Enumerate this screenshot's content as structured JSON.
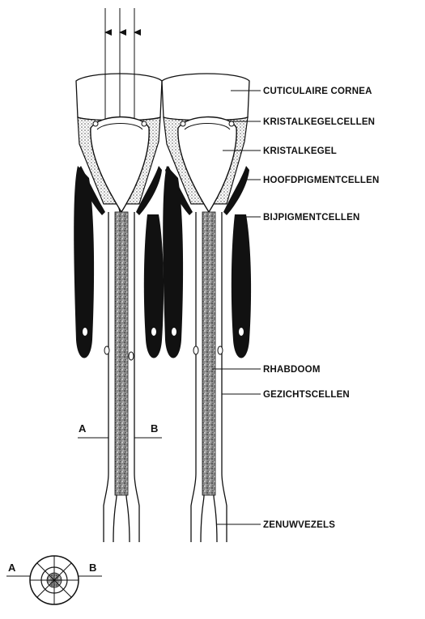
{
  "labels": {
    "cornea": "CUTICULAIRE CORNEA",
    "kristalkegelcellen": "KRISTALKEGELCELLEN",
    "kristalkegel": "KRISTALKEGEL",
    "hoofdpigmentcellen": "HOOFDPIGMENTCELLEN",
    "bijpigmentcellen": "BIJPIGMENTCELLEN",
    "rhabdoom": "RHABDOOM",
    "gezichtscellen": "GEZICHTSCELLEN",
    "zenuwvezels": "ZENUWVEZELS"
  },
  "section": {
    "a": "A",
    "b": "B",
    "small_a": "A",
    "small_b": "B"
  }
}
